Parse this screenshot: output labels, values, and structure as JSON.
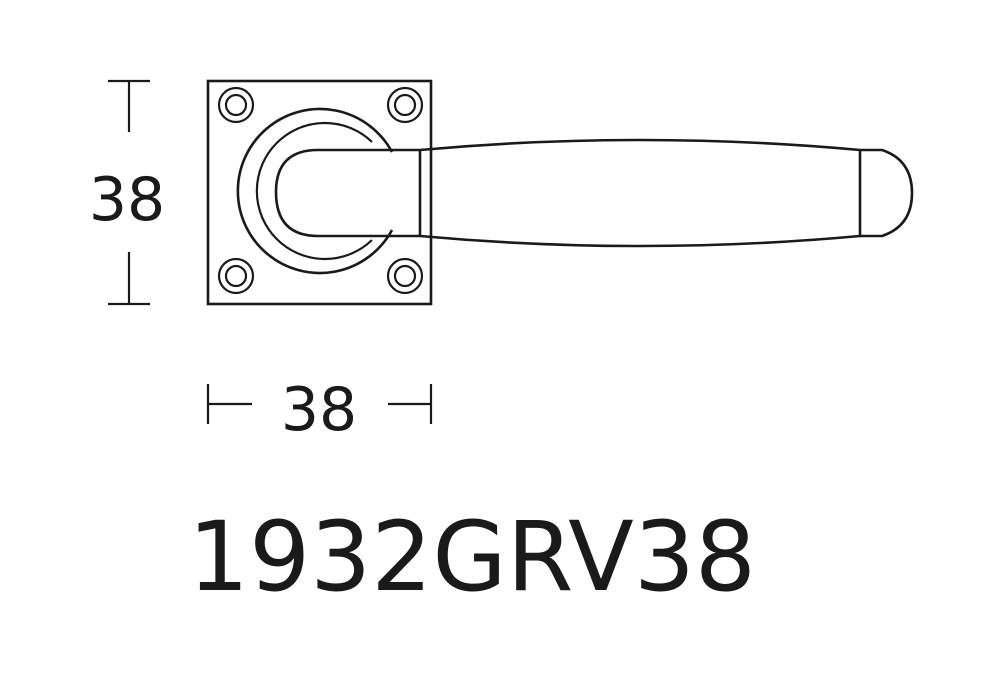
{
  "diagram": {
    "height_label": "38",
    "width_label": "38",
    "model_code": "1932GRV38",
    "line_color": "#1a1a1a",
    "background": "#ffffff"
  }
}
